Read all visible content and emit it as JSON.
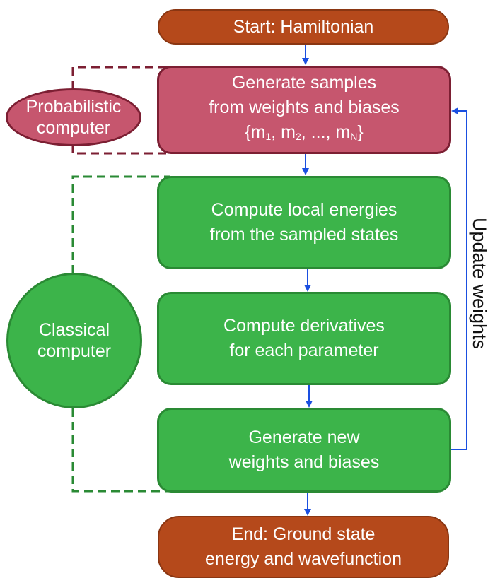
{
  "diagram": {
    "start": "Start: Hamiltonian",
    "generate_samples": {
      "line1": "Generate samples",
      "line2": "from weights and biases",
      "set_open": "{m",
      "m1_sub": "1",
      "sep1": ", m",
      "m2_sub": "2",
      "sep2": ", ..., m",
      "mN_sub": "N",
      "set_close": "}"
    },
    "local_energies": {
      "line1": "Compute local energies",
      "line2": "from the sampled states"
    },
    "derivatives": {
      "line1": "Compute derivatives",
      "line2": "for each parameter"
    },
    "new_weights": {
      "line1": "Generate new",
      "line2": "weights and biases"
    },
    "end": {
      "line1": "End: Ground state",
      "line2": "energy and wavefunction"
    },
    "probabilistic": {
      "line1": "Probabilistic",
      "line2": "computer"
    },
    "classical": {
      "line1": "Classical",
      "line2": "computer"
    },
    "update_label": "Update weights"
  },
  "colors": {
    "terminal": "#b5491b",
    "probabilistic": "#c6566e",
    "classical": "#3cb44a",
    "arrow": "#1a4fe0"
  }
}
